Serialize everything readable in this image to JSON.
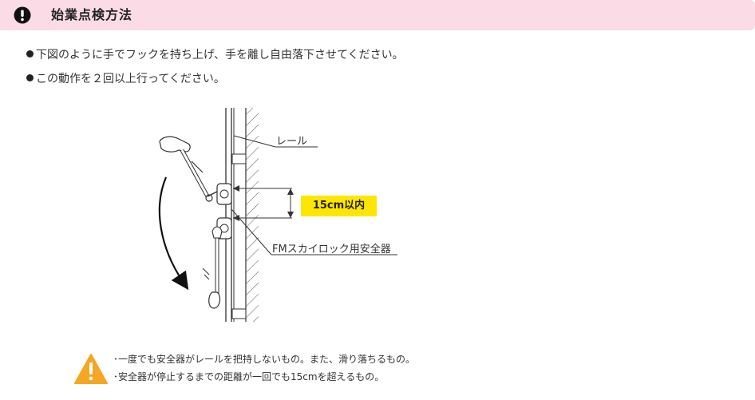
{
  "header": {
    "title": "始業点検方法",
    "icon": "exclamation-circle-icon",
    "background_color": "#fadbe6"
  },
  "instructions": [
    "下図のように手でフックを持ち上げ、手を離し自由落下させてください。",
    "この動作を２回以上行ってください。"
  ],
  "diagram": {
    "rail_label": "レール",
    "device_label": "FMスカイロック用安全器",
    "distance_label": "15cm以内",
    "highlight_color": "#ffe600"
  },
  "warnings": {
    "icon": "warning-triangle-icon",
    "icon_color": "#f5a623",
    "lines": [
      "･一度でも安全器がレールを把持しないもの。また、滑り落ちるもの。",
      "･安全器が停止するまでの距離が一回でも15cmを超えるもの。"
    ]
  }
}
